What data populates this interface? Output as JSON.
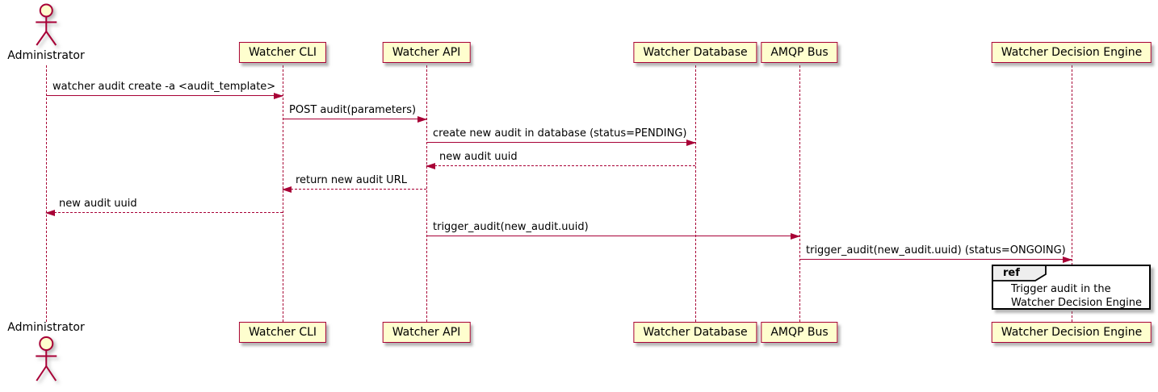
{
  "diagram_type": "sequence-diagram",
  "colors": {
    "line": "#A80036",
    "participant_fill": "#FEFECE",
    "participant_border": "#A80036",
    "text": "#000000",
    "ref_border": "#000000",
    "ref_tab_fill": "#EEEEEE",
    "ref_body_fill": "#FFFFFF",
    "background": "#FFFFFF"
  },
  "actor": {
    "name": "Administrator"
  },
  "participants": [
    {
      "label": "Watcher CLI"
    },
    {
      "label": "Watcher API"
    },
    {
      "label": "Watcher Database"
    },
    {
      "label": "AMQP Bus"
    },
    {
      "label": "Watcher Decision Engine"
    }
  ],
  "messages": [
    {
      "from": "Administrator",
      "to": "Watcher CLI",
      "line": "solid",
      "label": "watcher audit create -a <audit_template>"
    },
    {
      "from": "Watcher CLI",
      "to": "Watcher API",
      "line": "solid",
      "label": "POST audit(parameters)"
    },
    {
      "from": "Watcher API",
      "to": "Watcher Database",
      "line": "solid",
      "label": "create new audit in database (status=PENDING)"
    },
    {
      "from": "Watcher Database",
      "to": "Watcher API",
      "line": "dashed",
      "label": "new audit uuid"
    },
    {
      "from": "Watcher API",
      "to": "Watcher CLI",
      "line": "dashed",
      "label": "return new audit URL"
    },
    {
      "from": "Watcher CLI",
      "to": "Administrator",
      "line": "dashed",
      "label": "new audit uuid"
    },
    {
      "from": "Watcher API",
      "to": "AMQP Bus",
      "line": "solid",
      "label": "trigger_audit(new_audit.uuid)"
    },
    {
      "from": "AMQP Bus",
      "to": "Watcher Decision Engine",
      "line": "solid",
      "label": "trigger_audit(new_audit.uuid) (status=ONGOING)"
    }
  ],
  "ref": {
    "keyword": "ref",
    "over": "Watcher Decision Engine",
    "lines": [
      "Trigger audit in the",
      "Watcher Decision Engine"
    ]
  }
}
